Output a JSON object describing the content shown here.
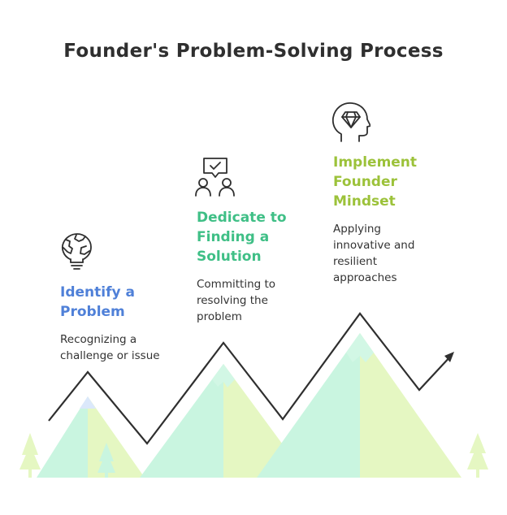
{
  "title": "Founder's Problem-Solving Process",
  "steps": [
    {
      "heading": "Identify a\nProblem",
      "description": "Recognizing a\nchallenge or issue",
      "icon": "globe-lightbulb-icon",
      "color": "#4f80d8"
    },
    {
      "heading": "Dedicate to\nFinding a\nSolution",
      "description": "Committing to\nresolving the\nproblem",
      "icon": "people-checkmark-icon",
      "color": "#3fbf86"
    },
    {
      "heading": "Implement\nFounder\nMindset",
      "description": "Applying\ninnovative and\nresilient\napproaches",
      "icon": "head-diamond-icon",
      "color": "#9cc23a"
    }
  ],
  "colors": {
    "mint": "#c9f5e0",
    "lime": "#e5f7c2",
    "snow": "#dbe8fb",
    "line": "#2f2f2f"
  }
}
